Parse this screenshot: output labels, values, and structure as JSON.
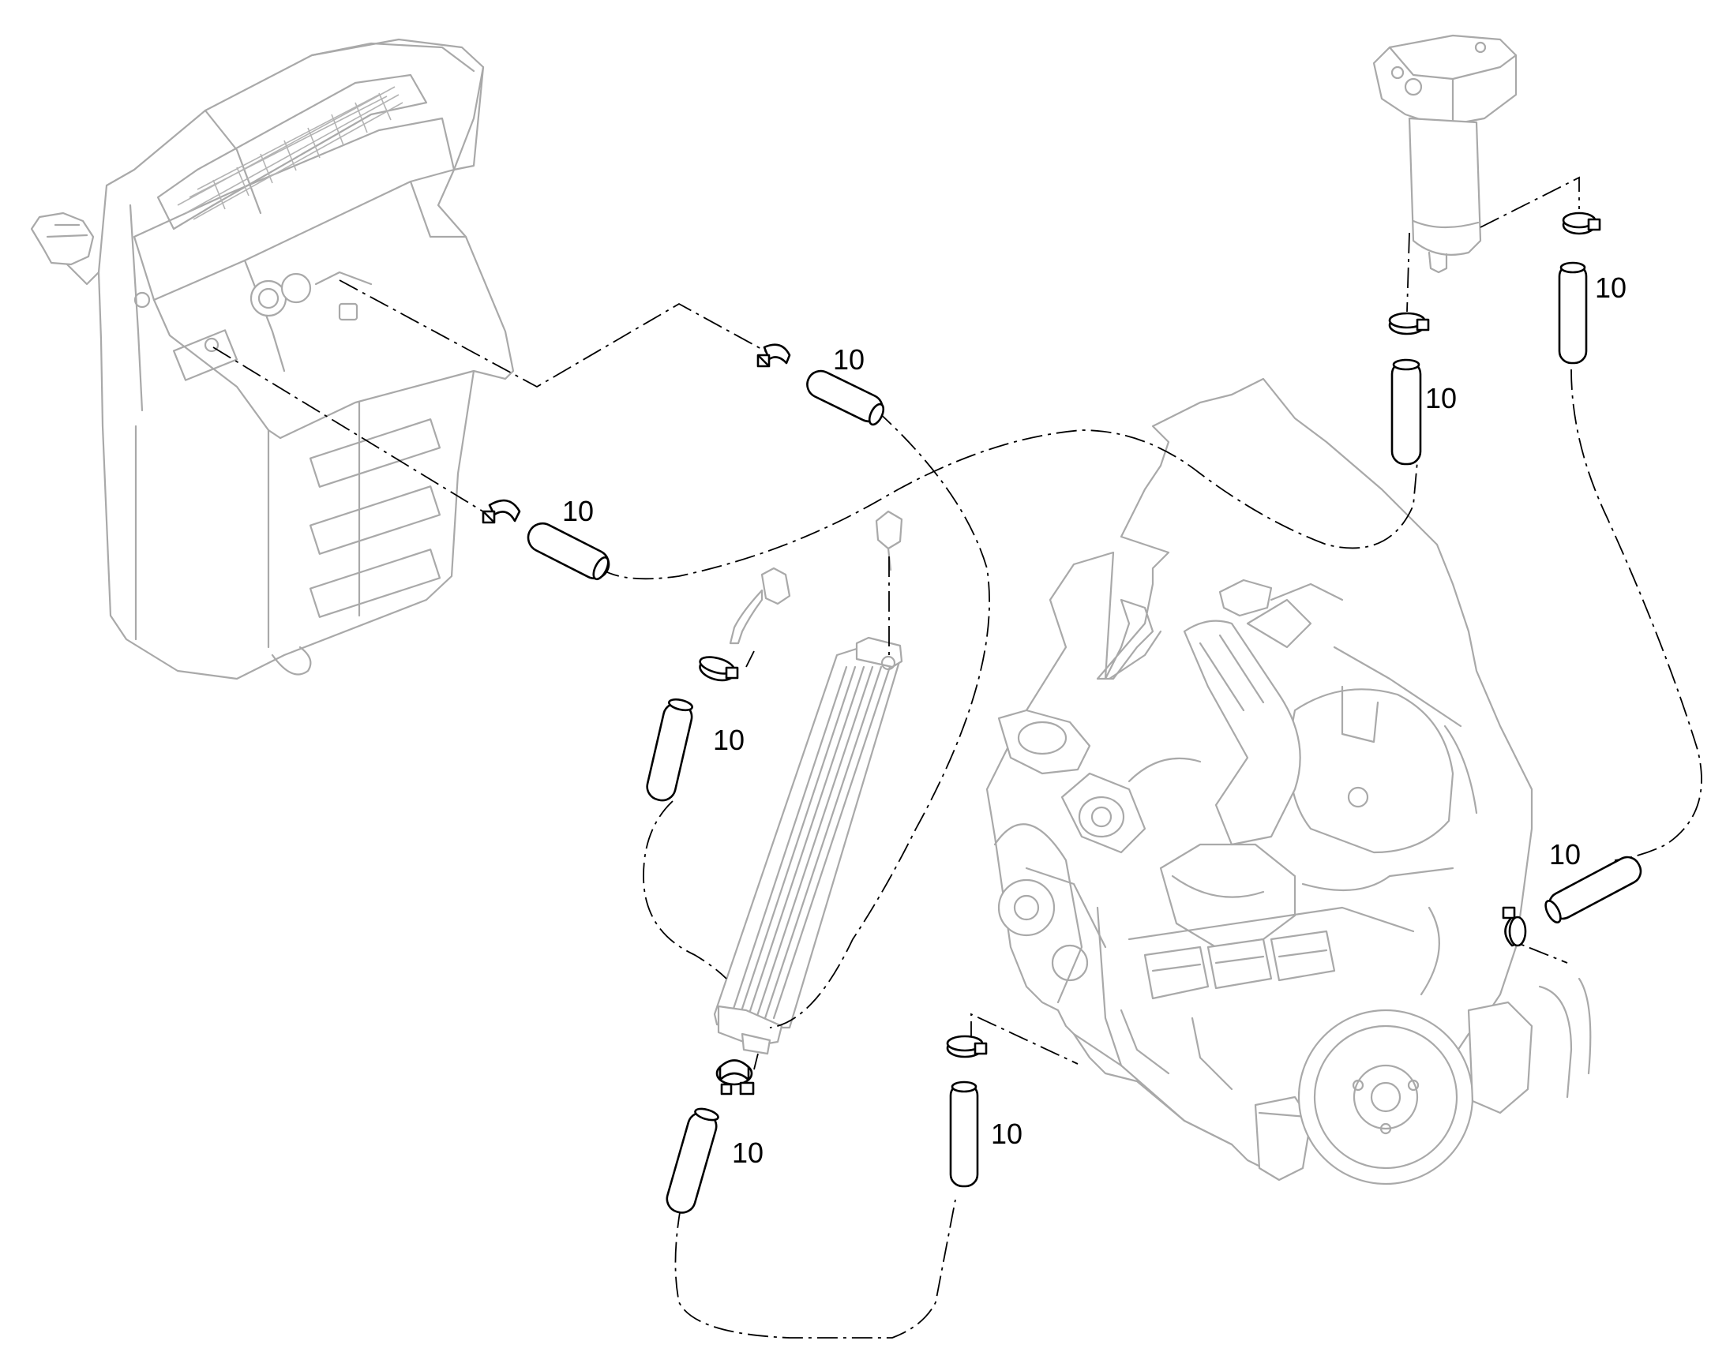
{
  "diagram": {
    "part_number_label": "10",
    "callouts": [
      {
        "id": "hose-tank-upper",
        "label": "10"
      },
      {
        "id": "hose-tank-lower",
        "label": "10"
      },
      {
        "id": "hose-filter-left",
        "label": "10"
      },
      {
        "id": "hose-filter-right",
        "label": "10"
      },
      {
        "id": "hose-cooler-upper",
        "label": "10"
      },
      {
        "id": "hose-cooler-lower",
        "label": "10"
      },
      {
        "id": "hose-engine-center",
        "label": "10"
      },
      {
        "id": "hose-engine-right",
        "label": "10"
      }
    ],
    "components": [
      "fuel-tank",
      "fuel-filter",
      "fuel-cooler",
      "engine",
      "hose",
      "hose-clamp"
    ],
    "colors": {
      "line": "#000000",
      "ghost": "#a9a9a9",
      "background": "#ffffff"
    }
  }
}
